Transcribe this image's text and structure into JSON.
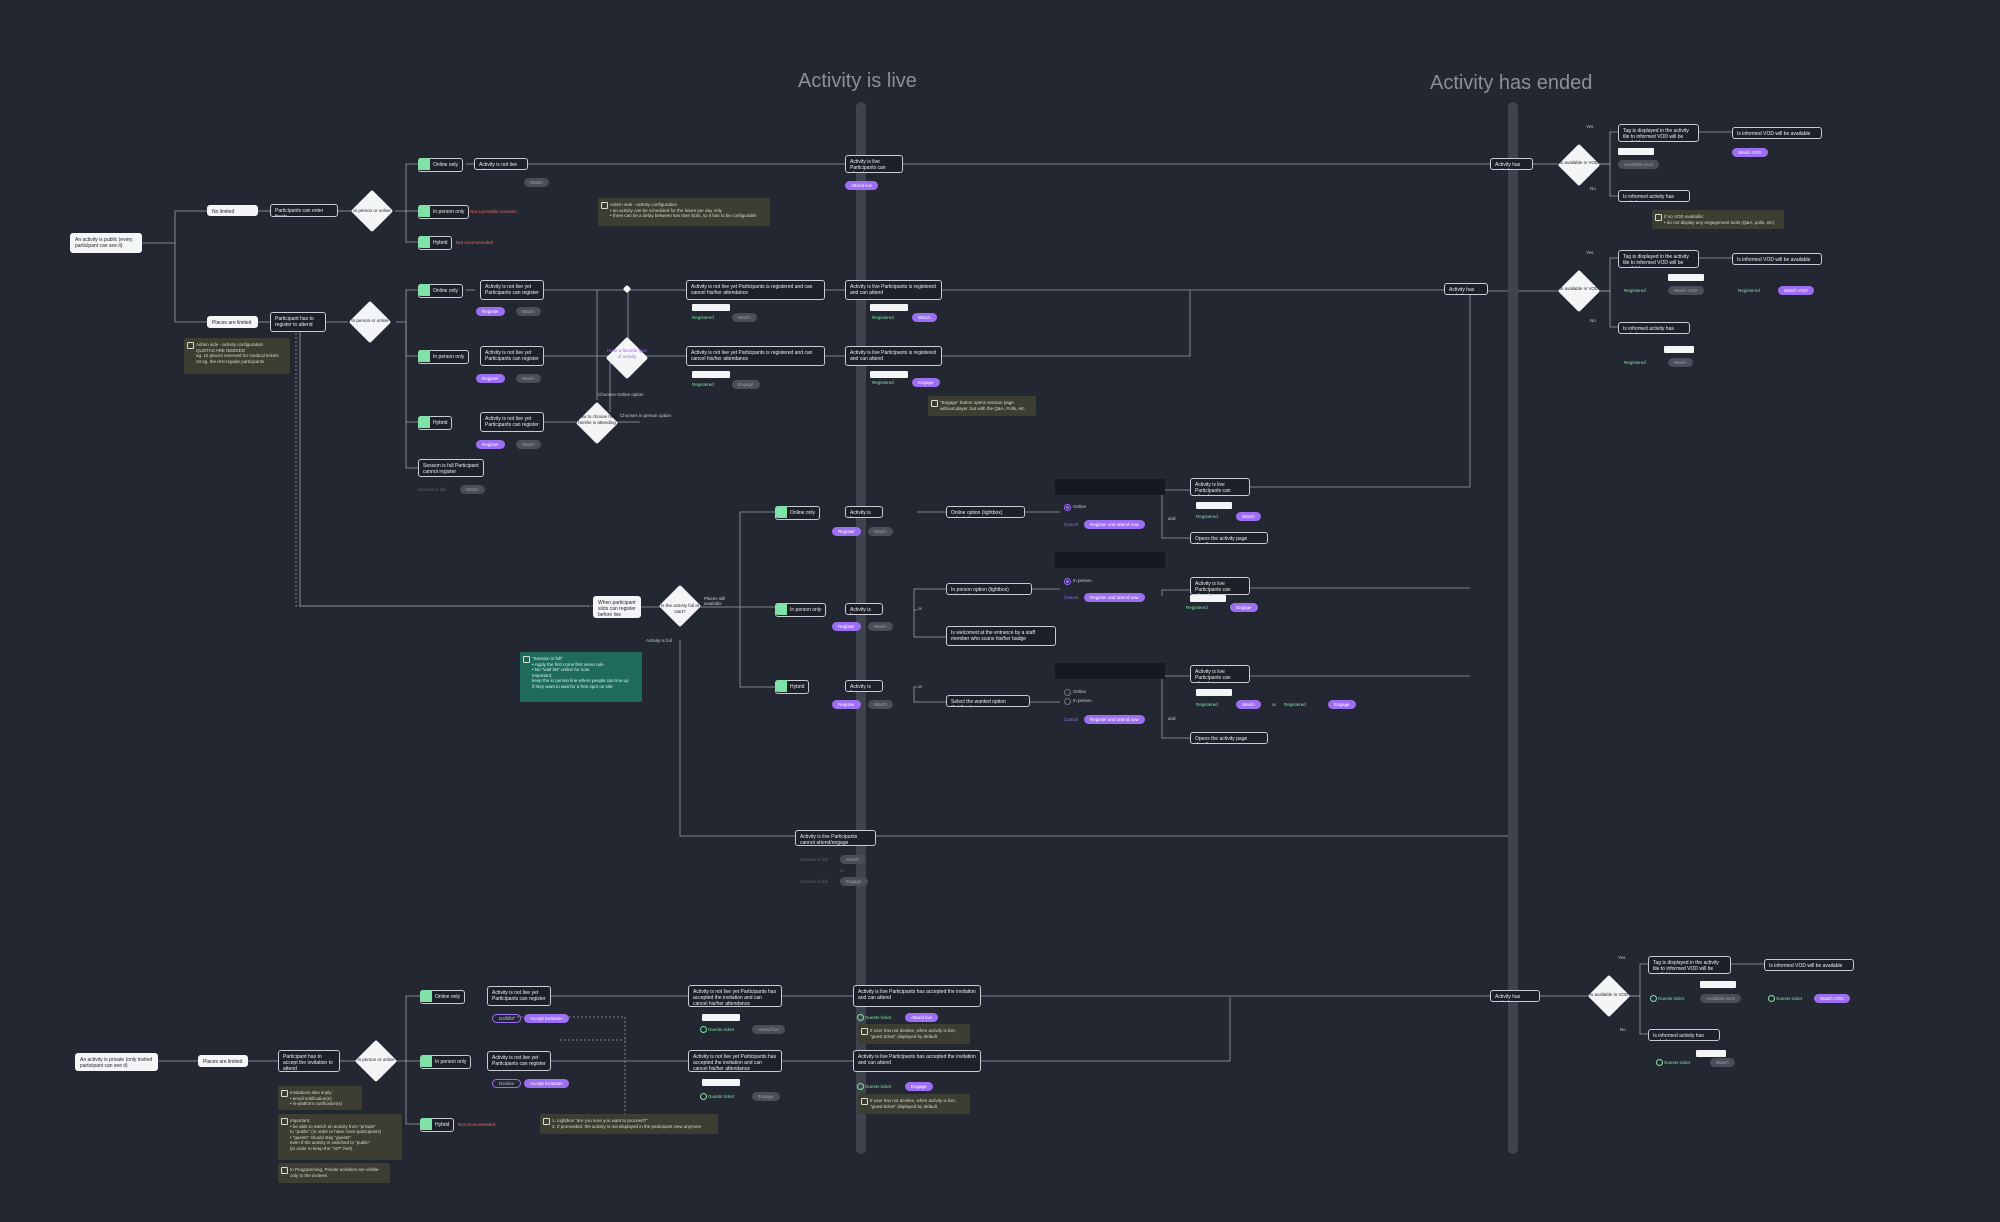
{
  "columns": {
    "live": "Activity is live",
    "ended": "Activity has ended"
  },
  "colors": {
    "background": "#232731",
    "accent": "#9d6df2",
    "success": "#7fe3a7",
    "warning": "#e56a6a",
    "note": "#3b3e30",
    "note_green": "#1f6b5a"
  },
  "start": {
    "public": "An activity is public (every participant can see it)",
    "private": "An activity is private (only invited participant can see it)"
  },
  "branches": {
    "no_limit": "No limited capacity",
    "enter_freely": "Participants can enter freely",
    "in_person_or_online": "In person or online",
    "limited": "Places are limited",
    "must_register": "Participant has to register to attend",
    "must_accept": "Participant has to accept the invitation to attend"
  },
  "modes": {
    "online": "Online only",
    "inperson": "In person only",
    "hybrid": "Hybrid"
  },
  "upper": {
    "not_live_join": "Activity is not live yet",
    "not_possible": "Not a possible scenario",
    "not_recommended": "Not recommended",
    "join_live": "Activity is live Participants can attend",
    "attend": "Attend live",
    "watch": "Watch",
    "register": "Register",
    "registered": "Registered",
    "engage": "Engage",
    "can_register": "Activity is not live yet Participants can register",
    "registered_cancel": "Activity is not live yet Participants is registered and can cancel his/her attendance",
    "registered_attend": "Activity is live Participants is registered and can attend",
    "session_full": "Session is full Participant cannot register",
    "session_full_short": "Session is full",
    "have_type": "Have a favorite type of activity",
    "how_choose": "How to choose how he/she is attending",
    "chooses_online": "Chooses Online option",
    "chooses_inperson": "Chooses in person option",
    "has_ended": "Activity has ended"
  },
  "notes": {
    "admin_schedule": "Admin side - activity configuration\n• an activity can be scheduled for the future per day only\n• there can be a delay between two time slots, so it has to be configurable",
    "admin_quota": "Admin side - activity configuration\nQUOTAS ARE NEEDED\neg. 15 places reserved for medical tickets\n10 eg. the rest regular participants",
    "engage_btn": "\"Engage\" button opens session page\nwithout player, but with the Q&A, Polls, etc.",
    "session_full": "\"Session is full\"\n• Apply the first come first serve rule.\n• No \"wait list\" online for now.\nImportant:\nkeep the in person line where people can line up\nif they want to wait for a free spot on site.",
    "vod_note": "If no VOD available:\n• do not display any engagement tools (Q&A, polls, etc)",
    "invitation_only": "Invitations also imply:\n• email notification(s)\n• in-platform notification(s)",
    "important_private": "Important:\n• be able to switch an activity from \"private\"\n  to \"public\" (in order to have more participants)\n• \"guests\" should stay \"guests\"\n  even if the activity is switched to \"public\"\n  (in order to keep the \"VIP\" feel)",
    "programming": "In Programming, Private activities are visible\nonly to the invitees",
    "guest_decline": "If user has not decline, when activity is live,\n\"guest ticket\" displayed by default",
    "lightbox": "1. Lightbox \"are you sure you want to proceed?\"\n2. If proceeded, the activity is not displayed in the participant view anymore"
  },
  "middle": {
    "when_full": "When participant slots can register before live",
    "full_at_start": "Is the activity full at start?",
    "places_available": "Places still available",
    "activity_full": "Activity is full",
    "live": "Activity is live",
    "online_selected": "Online option (lightbox) selected",
    "inperson_selected": "In person option (lightbox) selected",
    "welcomed": "Is welcomed at the entrance by a staff member who scans his/her badge",
    "select_wanted": "Select the wanted option (lightbox)",
    "cancel": "Cancel",
    "reg_attend": "Register and attend now",
    "opens_page": "Opens the activity page directly",
    "live_attend": "Activity is live Participants can attend",
    "cannot": "Activity is live Participants cannot attend/engage",
    "or": "or",
    "and": "and",
    "online_opt": "Online",
    "inperson_opt": "In person"
  },
  "ended": {
    "vod_available": "Is available in VOD",
    "yes": "Yes",
    "no": "No",
    "tag": "Tag is displayed in the activity tile to informed VOD will be available soon",
    "informed": "Is informed VOD will be available soon",
    "watch_vod": "Watch VOD",
    "informed_ended": "Is informed activity has ended",
    "available_soon": "Available soon"
  },
  "private": {
    "not_live": "Activity is not live yet Participants can register",
    "decline": "Decline",
    "accept": "Accept invitation",
    "accepted_cancel": "Activity is not live yet Participants has accepted the invitation and can cancel his/her attendance",
    "accepted_attend": "Activity is live Participants has accepted the invitation and can attend",
    "guest_ticket": "Guests ticket",
    "join_live": "Attend live"
  }
}
